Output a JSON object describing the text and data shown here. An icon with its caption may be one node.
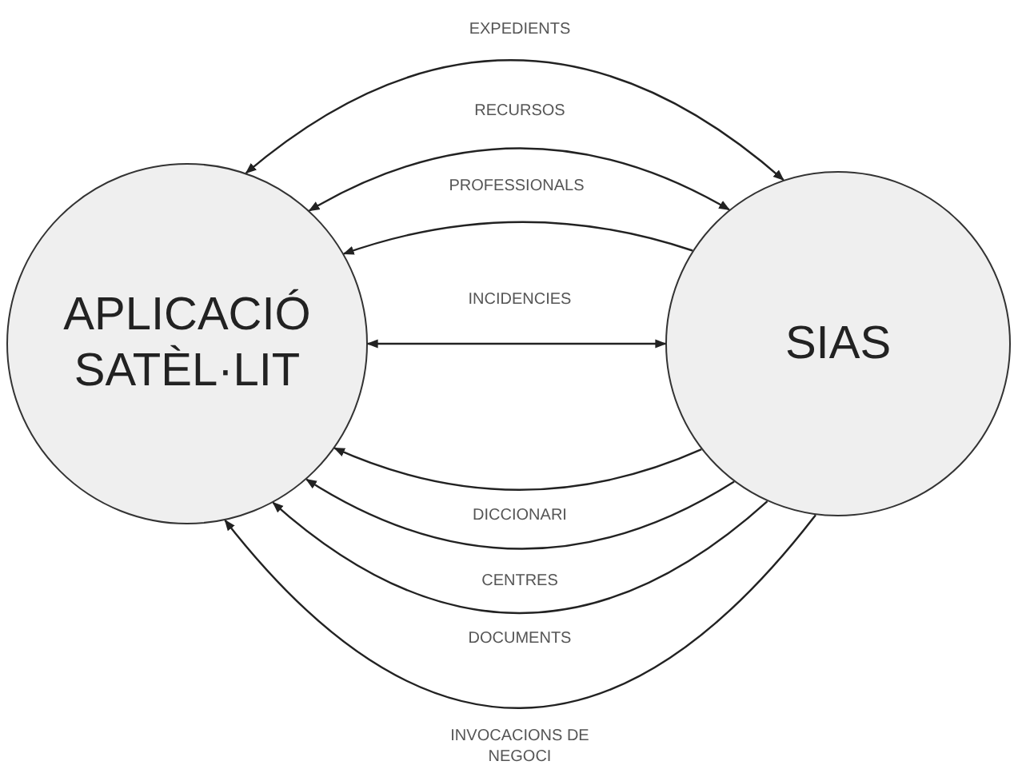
{
  "diagram": {
    "nodes": [
      {
        "text": [
          "APLICACIÓ SATÈL·LIT"
        ]
      },
      {
        "text": [
          "SIAS"
        ]
      }
    ],
    "edges": [
      {
        "from": 0,
        "to": 1,
        "arrow": "both",
        "label": "EXPEDIENTS"
      },
      {
        "from": 0,
        "to": 1,
        "arrow": "both",
        "label": "RECURSOS"
      },
      {
        "from": 1,
        "to": 0,
        "arrow": "to",
        "label": "PROFESSIONALS"
      },
      {
        "from": 0,
        "to": 1,
        "arrow": "both",
        "label": "INCIDENCIES"
      },
      {
        "from": 1,
        "to": 0,
        "arrow": "to",
        "label": "DICCIONARI"
      },
      {
        "from": 1,
        "to": 0,
        "arrow": "to",
        "label": "CENTRES"
      },
      {
        "from": 1,
        "to": 0,
        "arrow": "to",
        "label": "DOCUMENTS"
      },
      {
        "from": 1,
        "to": 0,
        "arrow": "to",
        "label": "INVOCACIONS DE NEGOCI"
      }
    ]
  }
}
